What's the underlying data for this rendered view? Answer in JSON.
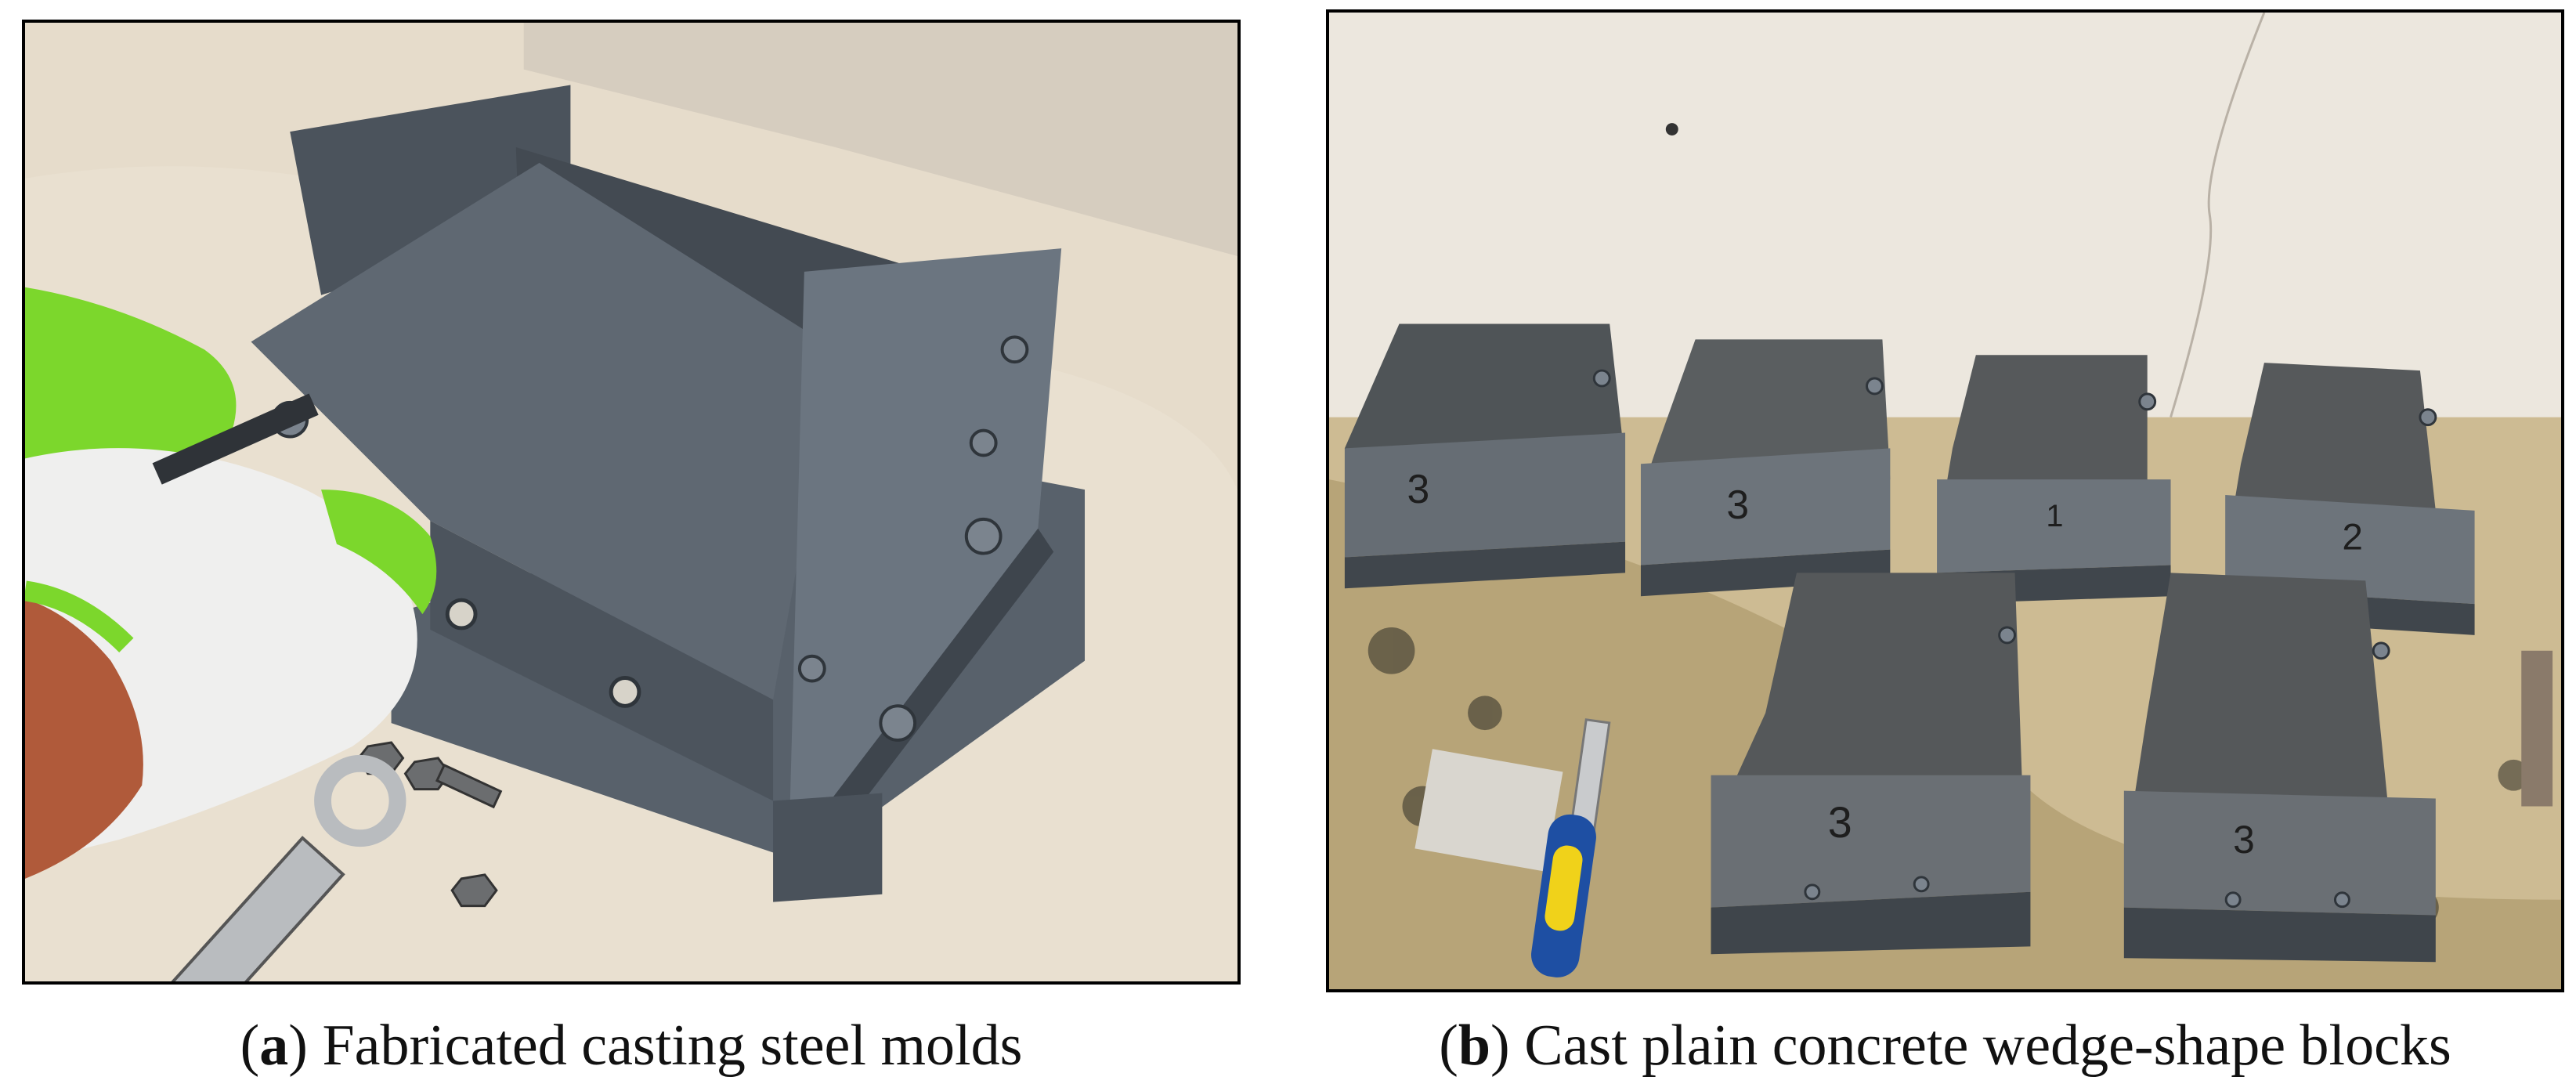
{
  "panels": [
    {
      "letter": "a",
      "caption": "Fabricated casting steel molds"
    },
    {
      "letter": "b",
      "caption": "Cast plain concrete wedge-shape blocks"
    }
  ],
  "block_labels": [
    "3",
    "3",
    "1",
    "2",
    "3",
    "3"
  ],
  "colors": {
    "steel": "#5b646e",
    "steel_dark": "#3e454d",
    "steel_light": "#79828c",
    "concrete": "#55585a",
    "floor_a": "#e6dccb",
    "wall_b": "#ece7de",
    "glove_green": "#7cd72c",
    "glove_white": "#efefee",
    "handle_blue": "#1e4fa3",
    "handle_yellow": "#f0d21a"
  }
}
